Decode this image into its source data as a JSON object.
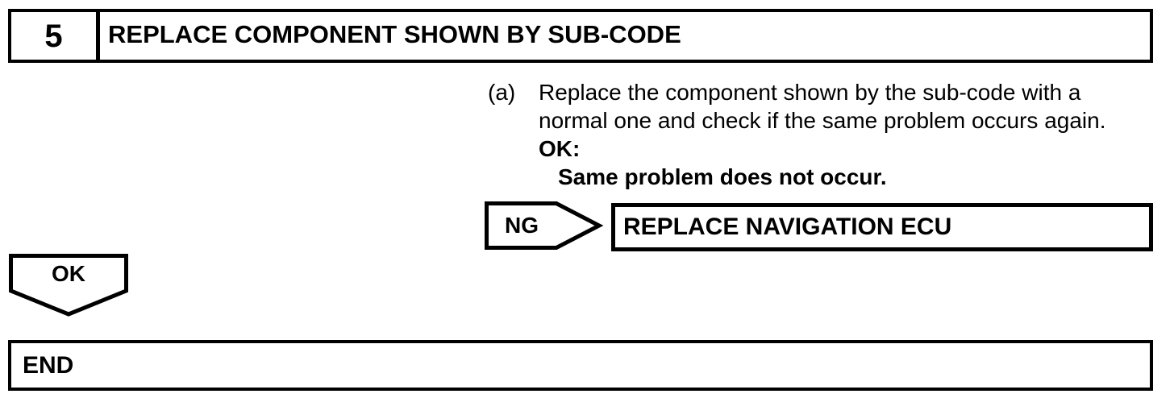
{
  "page": {
    "background_color": "#ffffff",
    "ink_color": "#000000"
  },
  "flowchart": {
    "step": {
      "number": "5",
      "title": "REPLACE COMPONENT SHOWN BY SUB-CODE"
    },
    "instruction": {
      "label": "(a)",
      "text_lines": [
        "Replace the component shown by the sub-code with a",
        "normal one and check if the same problem occurs again."
      ],
      "ok_heading": "OK:",
      "ok_condition": "Same problem does not occur."
    },
    "ng_branch": {
      "connector_label": "NG",
      "action": "REPLACE NAVIGATION ECU"
    },
    "ok_branch": {
      "connector_label": "OK",
      "terminal": "END"
    }
  }
}
